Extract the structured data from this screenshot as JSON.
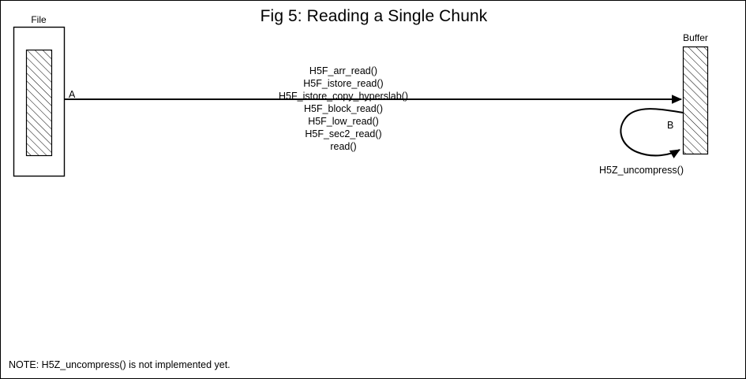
{
  "figure": {
    "title": "Fig 5:  Reading a Single Chunk",
    "footer_note": "NOTE: H5Z_uncompress() is not implemented yet.",
    "stroke_color": "#000000",
    "background_color": "#ffffff"
  },
  "nodes": {
    "file": {
      "caption": "File",
      "hatch_fill": "diagonal-hatch"
    },
    "buffer": {
      "caption": "Buffer",
      "hatch_fill": "diagonal-hatch"
    }
  },
  "edges": {
    "read_path": {
      "label": "A",
      "call_stack": [
        "H5F_arr_read()",
        "H5F_istore_read()",
        "H5F_istore_copy_hyperslab()",
        "H5F_block_read()",
        "H5F_low_read()",
        "H5F_sec2_read()",
        "read()"
      ]
    },
    "uncompress_loop": {
      "label": "B",
      "caption": "H5Z_uncompress()"
    }
  }
}
